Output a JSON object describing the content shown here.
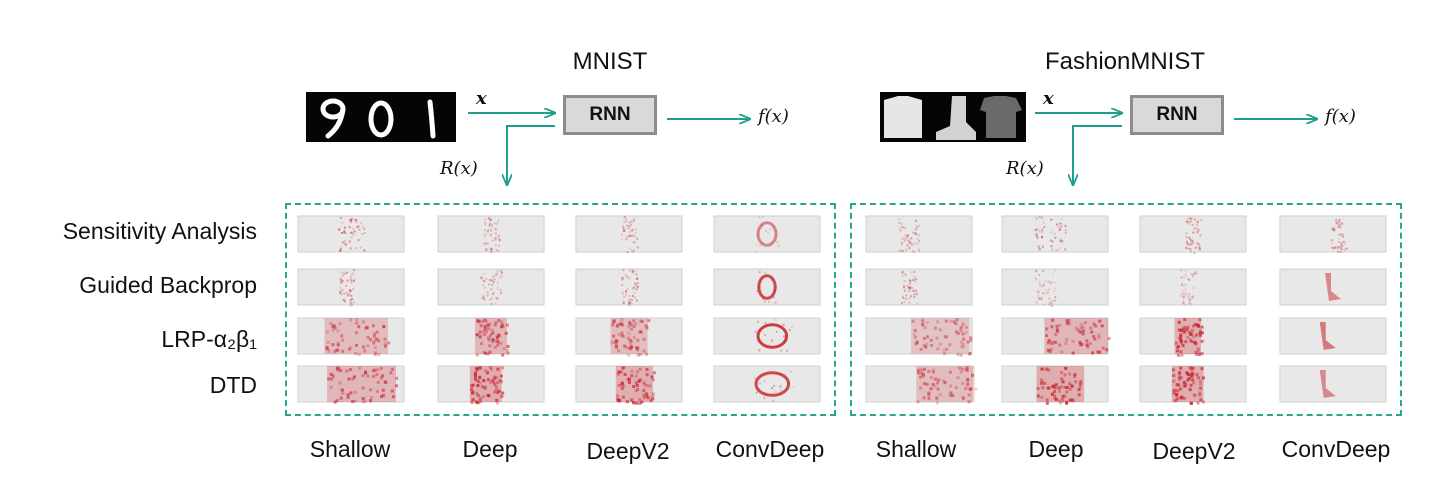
{
  "datasets": [
    {
      "title": "MNIST",
      "rnn_label": "RNN",
      "input_label": "x",
      "output_label": "f(x)",
      "relevance_label": "R(x)"
    },
    {
      "title": "FashionMNIST",
      "rnn_label": "RNN",
      "input_label": "x",
      "output_label": "f(x)",
      "relevance_label": "R(x)"
    }
  ],
  "methods": [
    "Sensitivity Analysis",
    "Guided Backprop",
    "LRP-α₂β₁",
    "DTD"
  ],
  "models": [
    "Shallow",
    "Deep",
    "DeepV2",
    "ConvDeep"
  ],
  "colors": {
    "arrow": "#1fa08c",
    "panel_border": "#2aa58f",
    "heatmap_bg": "#e8e8e8",
    "heatmap_hot": "#c81e28",
    "rnn_fill": "#d9d9d9",
    "rnn_border": "#8c8c8c"
  }
}
